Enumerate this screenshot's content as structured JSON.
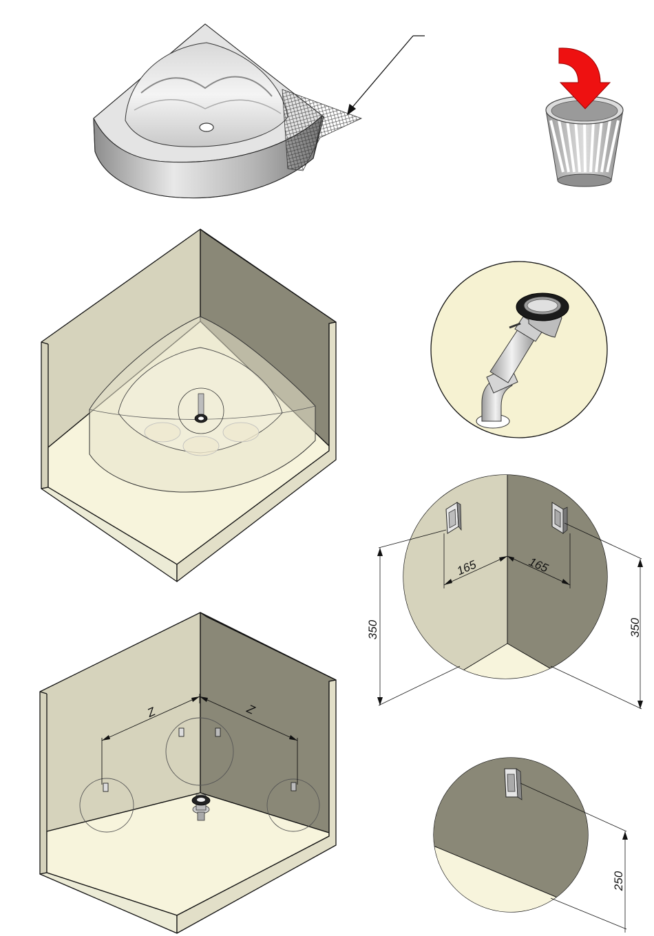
{
  "dimensions": {
    "bracket_offset_left": "165",
    "bracket_offset_right": "165",
    "bracket_height_left": "350",
    "bracket_height_right": "350",
    "bracket_height_single": "250",
    "span_left": "Z",
    "span_right": "Z"
  },
  "colors": {
    "floor": "#f7f4dc",
    "wall_light": "#d6d3bc",
    "wall_dark": "#8a8877",
    "edge": "#111111",
    "detail_circle_fill": "#f6f2d2",
    "arrow": "#ee1111"
  },
  "icons": {
    "tray": "corner-shower-tray-icon",
    "mesh": "protective-film-icon",
    "bin": "waste-bin-icon",
    "discard": "discard-arrow-icon",
    "drain": "drain-siphon-icon",
    "bracket": "wall-bracket-icon"
  }
}
